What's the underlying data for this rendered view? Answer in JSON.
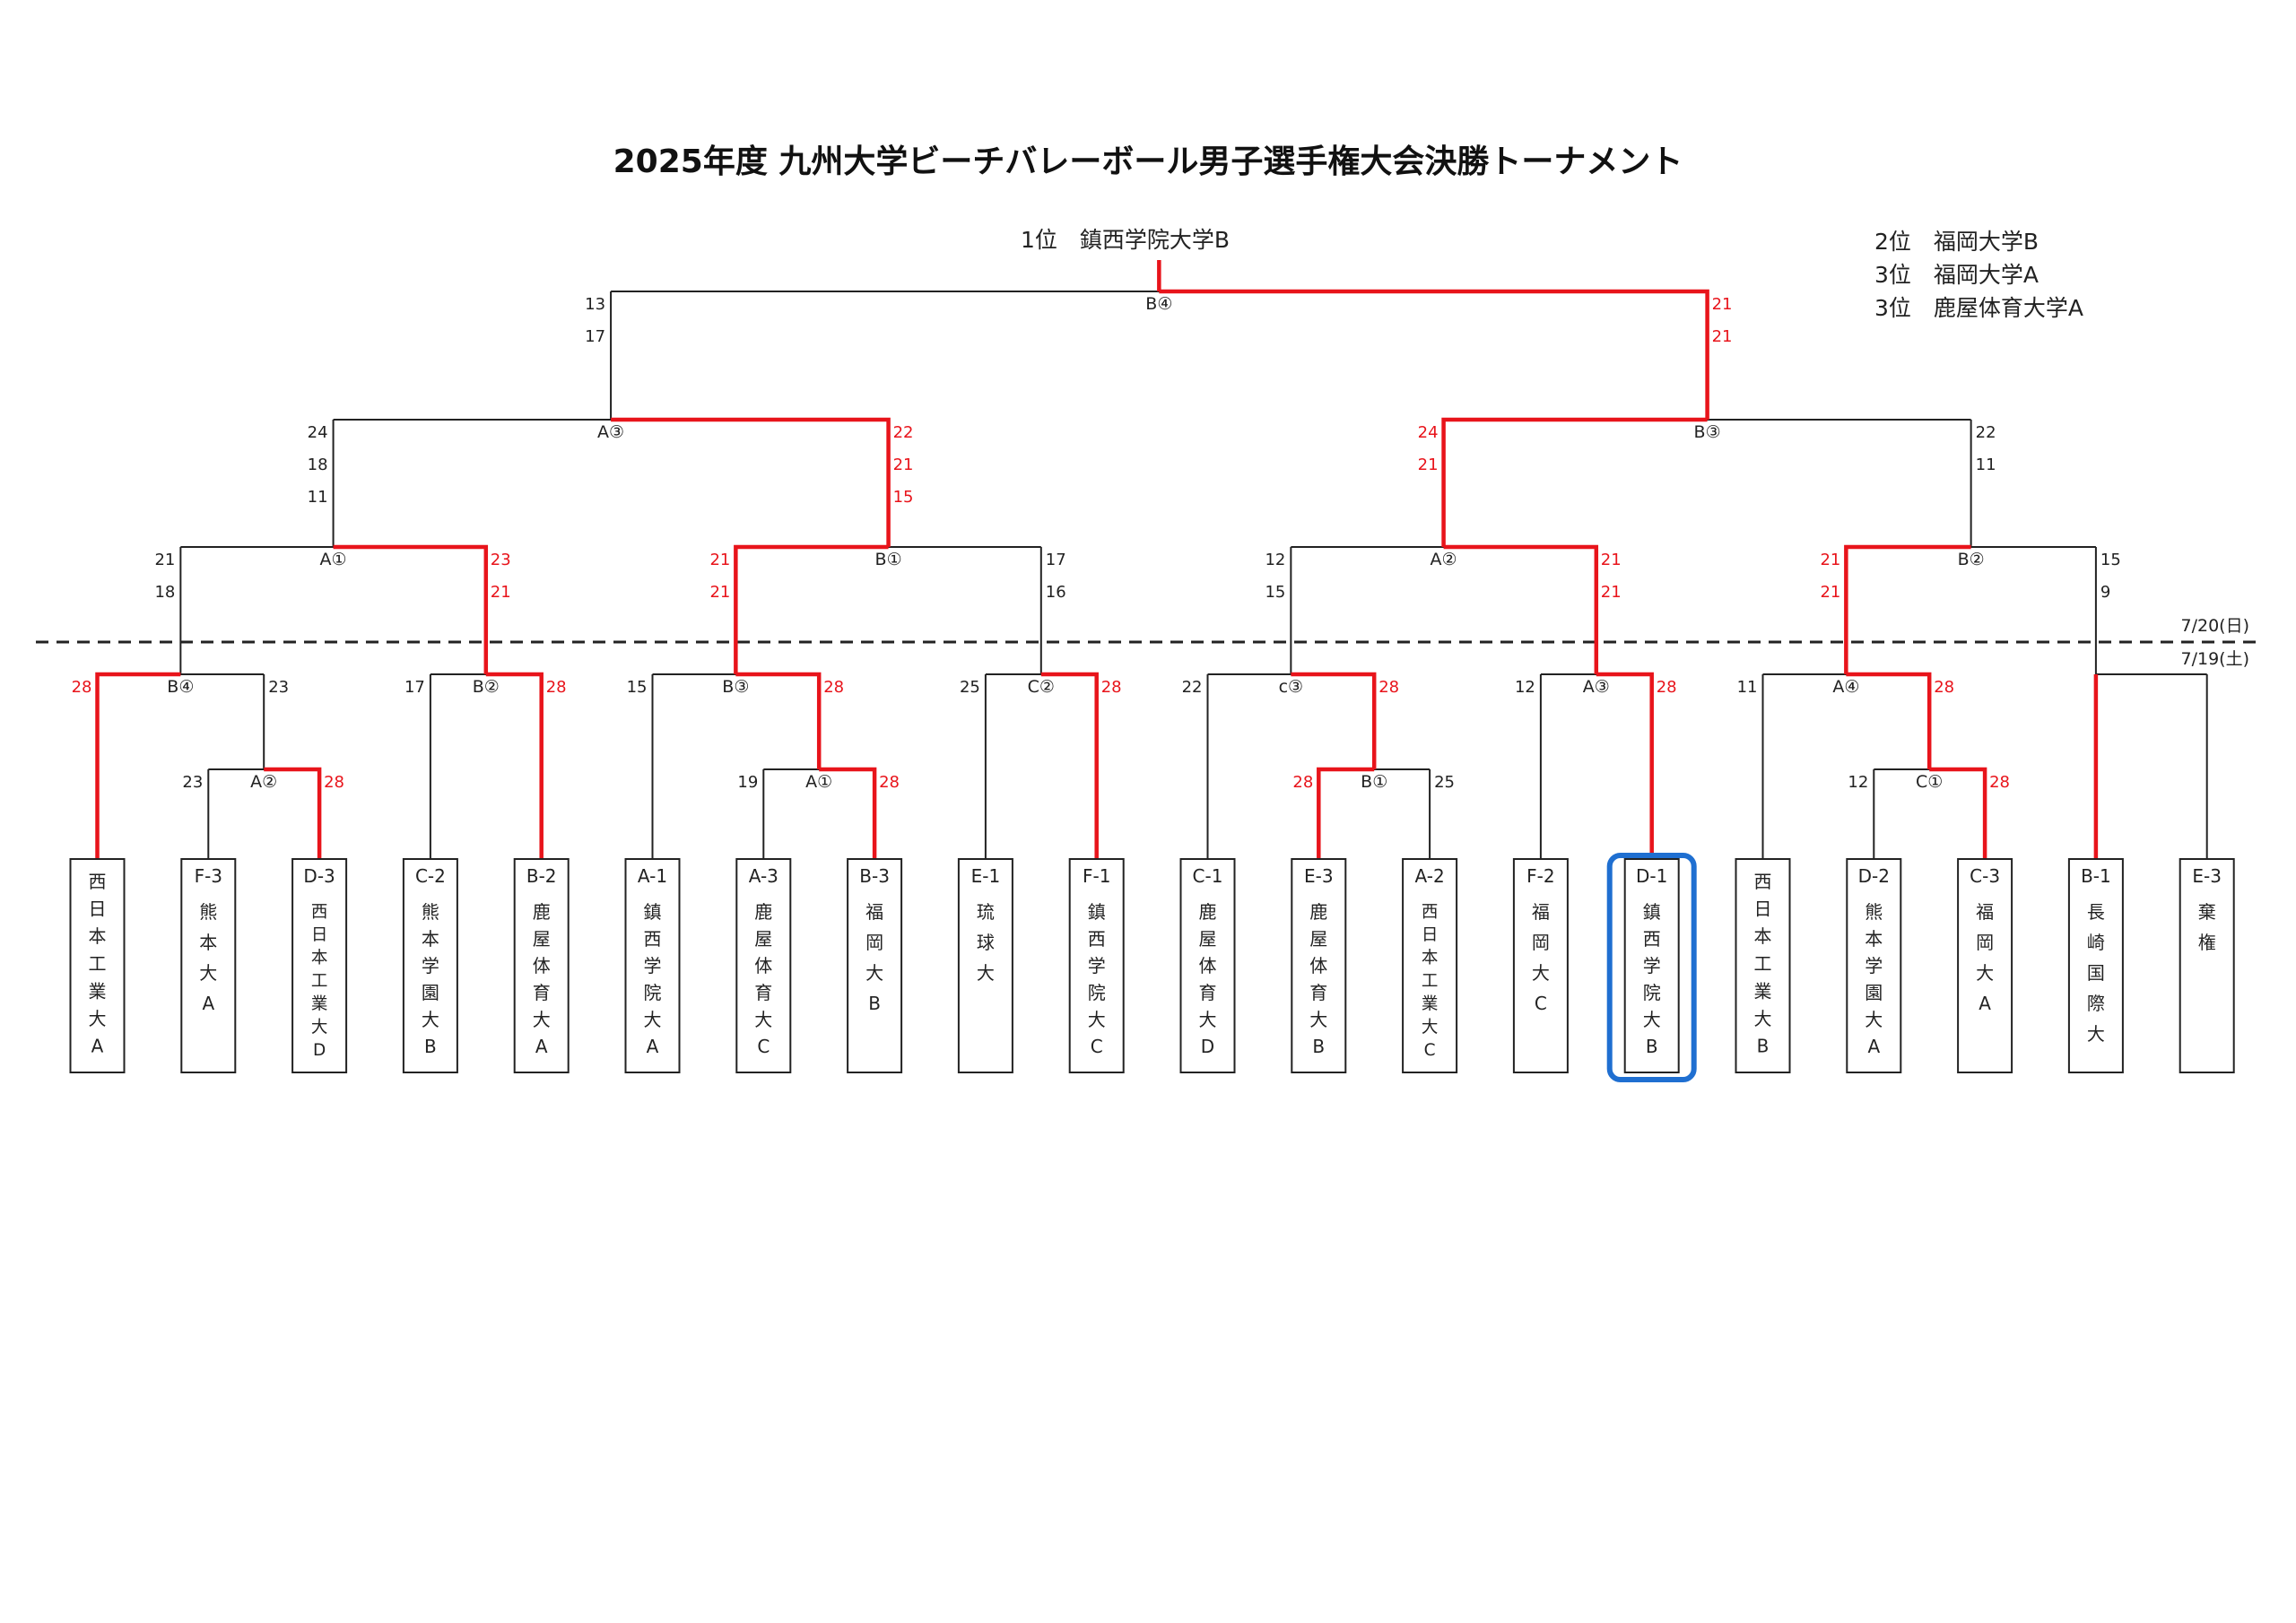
{
  "title": "2025年度 九州大学ビーチバレーボール男子選手権大会決勝トーナメント",
  "champion": "1位　鎮西学院大学B",
  "standings": [
    "2位　福岡大学B",
    "3位　福岡大学A",
    "3位　鹿屋体育大学A"
  ],
  "dates": {
    "upper": "7/20(日)",
    "lower": "7/19(土)"
  },
  "colors": {
    "win": "#e8141b",
    "line": "#222222",
    "highlight": "#1f6fd1"
  },
  "teams": [
    {
      "seed": "",
      "name": "西日本工業大A"
    },
    {
      "seed": "F-3",
      "name": "熊本大A"
    },
    {
      "seed": "D-3",
      "name": "西日本工業大D"
    },
    {
      "seed": "C-2",
      "name": "熊本学園大B"
    },
    {
      "seed": "B-2",
      "name": "鹿屋体育大A"
    },
    {
      "seed": "A-1",
      "name": "鎮西学院大A"
    },
    {
      "seed": "A-3",
      "name": "鹿屋体育大C"
    },
    {
      "seed": "B-3",
      "name": "福岡大B"
    },
    {
      "seed": "E-1",
      "name": "琉球大"
    },
    {
      "seed": "F-1",
      "name": "鎮西学院大C"
    },
    {
      "seed": "C-1",
      "name": "鹿屋体育大D"
    },
    {
      "seed": "E-3",
      "name": "鹿屋体育大B"
    },
    {
      "seed": "A-2",
      "name": "西日本工業大C"
    },
    {
      "seed": "F-2",
      "name": "福岡大C"
    },
    {
      "seed": "D-1",
      "name": "鎮西学院大B"
    },
    {
      "seed": "",
      "name": "西日本工業大B"
    },
    {
      "seed": "D-2",
      "name": "熊本学園大A"
    },
    {
      "seed": "C-3",
      "name": "福岡大A"
    },
    {
      "seed": "B-1",
      "name": "長崎国際大"
    },
    {
      "seed": "E-3",
      "name": "棄権"
    }
  ],
  "highlight_team": 14,
  "matches": [
    {
      "id": "m01",
      "label": "A②",
      "left": [
        "23"
      ],
      "right": [
        "28"
      ],
      "winner": "R"
    },
    {
      "id": "m02",
      "label": "B④",
      "left": [
        "28"
      ],
      "right": [
        "23"
      ],
      "winner": "L"
    },
    {
      "id": "m03",
      "label": "B②",
      "left": [
        "17"
      ],
      "right": [
        "28"
      ],
      "winner": "R"
    },
    {
      "id": "m04",
      "label": "A①",
      "left": [
        "19"
      ],
      "right": [
        "28"
      ],
      "winner": "R"
    },
    {
      "id": "m05",
      "label": "B③",
      "left": [
        "15"
      ],
      "right": [
        "28"
      ],
      "winner": "R"
    },
    {
      "id": "m06",
      "label": "C②",
      "left": [
        "25"
      ],
      "right": [
        "28"
      ],
      "winner": "R"
    },
    {
      "id": "m07",
      "label": "B①",
      "left": [
        "28"
      ],
      "right": [
        "25"
      ],
      "winner": "L"
    },
    {
      "id": "m08",
      "label": "c③",
      "left": [
        "22"
      ],
      "right": [
        "28"
      ],
      "winner": "R"
    },
    {
      "id": "m09",
      "label": "A③",
      "left": [
        "12"
      ],
      "right": [
        "28"
      ],
      "winner": "R"
    },
    {
      "id": "m10",
      "label": "C①",
      "left": [
        "12"
      ],
      "right": [
        "28"
      ],
      "winner": "R"
    },
    {
      "id": "m11",
      "label": "A④",
      "left": [
        "11"
      ],
      "right": [
        "28"
      ],
      "winner": "R"
    },
    {
      "id": "m12",
      "label": "A①",
      "left": [
        "21",
        "18"
      ],
      "right": [
        "23",
        "21"
      ],
      "winner": "R"
    },
    {
      "id": "m13",
      "label": "B①",
      "left": [
        "21",
        "21"
      ],
      "right": [
        "17",
        "16"
      ],
      "winner": "L"
    },
    {
      "id": "m14",
      "label": "A②",
      "left": [
        "12",
        "15"
      ],
      "right": [
        "21",
        "21"
      ],
      "winner": "R"
    },
    {
      "id": "m15",
      "label": "B②",
      "left": [
        "21",
        "21"
      ],
      "right": [
        "15",
        "9"
      ],
      "winner": "L"
    },
    {
      "id": "m16",
      "label": "A③",
      "left": [
        "24",
        "18",
        "11"
      ],
      "right": [
        "22",
        "21",
        "15"
      ],
      "winner": "R"
    },
    {
      "id": "m17",
      "label": "B③",
      "left": [
        "24",
        "21"
      ],
      "right": [
        "22",
        "11"
      ],
      "winner": "L"
    },
    {
      "id": "m18",
      "label": "B④",
      "left": [
        "13",
        "17"
      ],
      "right": [
        "21",
        "21"
      ],
      "winner": "R"
    }
  ]
}
